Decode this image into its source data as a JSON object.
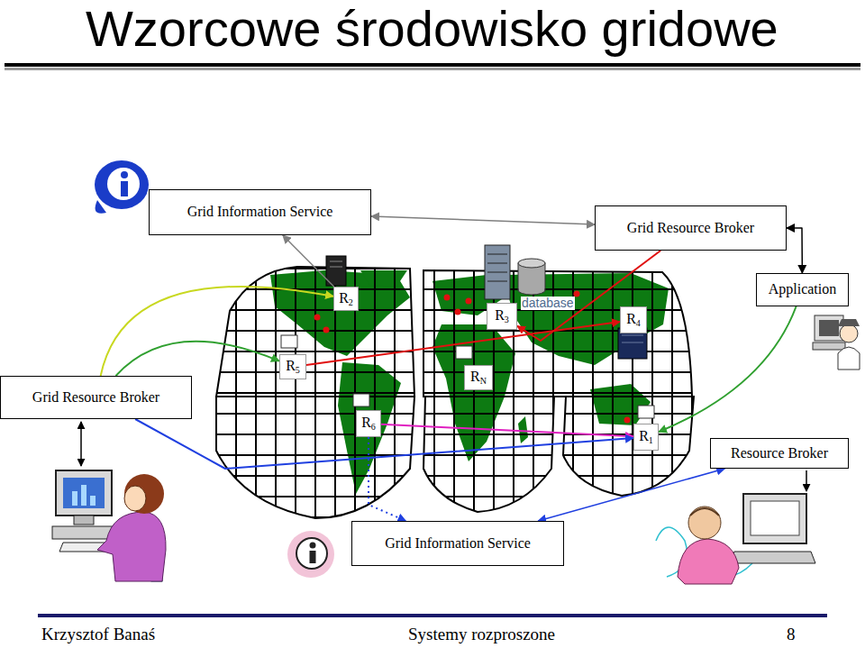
{
  "diagram": {
    "title": "Wzorcowe środowisko gridowe",
    "nodes": [
      {
        "text": [
          "Grid Information Service"
        ]
      },
      {
        "text": [
          "Grid Resource Broker"
        ]
      },
      {
        "text": [
          "R2"
        ]
      },
      {
        "text": [
          "R3"
        ]
      },
      {
        "text": [
          "R4"
        ]
      },
      {
        "text": [
          "Application"
        ]
      },
      {
        "text": [
          "R5"
        ]
      },
      {
        "text": [
          "RN"
        ]
      },
      {
        "text": [
          "Grid Resource Broker"
        ]
      },
      {
        "text": [
          "R6"
        ]
      },
      {
        "text": [
          "R1"
        ]
      },
      {
        "text": [
          "Resource Broker"
        ]
      },
      {
        "text": [
          "Grid Information Service"
        ]
      }
    ],
    "edges": [
      {
        "from": 0,
        "to": 1,
        "arrow": "both"
      },
      {
        "from": 1,
        "to": 5,
        "arrow": "both"
      },
      {
        "from": 1,
        "to": 3,
        "arrow": "to"
      },
      {
        "from": 6,
        "to": 4,
        "arrow": "to"
      },
      {
        "from": 8,
        "to": 2,
        "arrow": "to"
      },
      {
        "from": 8,
        "to": 6,
        "arrow": "to"
      },
      {
        "from": 2,
        "to": 0,
        "arrow": "to"
      },
      {
        "from": 9,
        "to": 10,
        "arrow": "to"
      },
      {
        "from": 5,
        "to": 10,
        "arrow": "to"
      },
      {
        "from": 11,
        "to": 12,
        "arrow": "both"
      },
      {
        "from": 9,
        "to": 12,
        "arrow": "to"
      },
      {
        "from": 8,
        "to": 10,
        "arrow": "to"
      }
    ],
    "labels": [
      "database",
      "Krzysztof Banaś",
      "Systemy rozproszone",
      "8"
    ]
  }
}
